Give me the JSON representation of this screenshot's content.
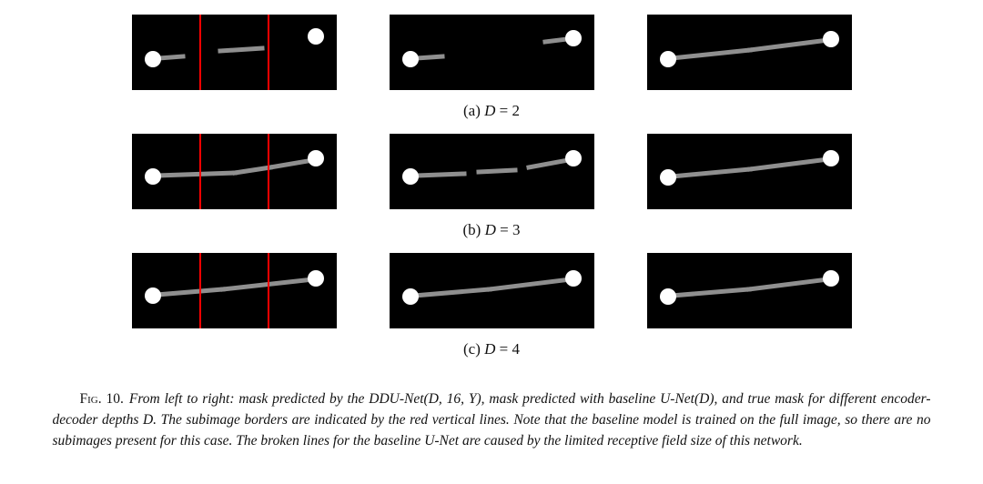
{
  "figure": {
    "colors": {
      "panel_bg": "#000000",
      "blob": "#ffffff",
      "mask_line": "#8f8f8f",
      "subimage_border": "#ff0000"
    },
    "rows": [
      {
        "label": "(a) ",
        "var": "D",
        "eq": " = 2",
        "panels": [
          {
            "red_lines": [
              75,
              150
            ],
            "blobs": [
              [
                23,
                49
              ],
              [
                202,
                24
              ]
            ],
            "segments": [
              [
                30,
                48,
                56,
                46
              ],
              [
                97,
                40,
                143,
                37
              ]
            ]
          },
          {
            "blobs": [
              [
                23,
                49
              ],
              [
                202,
                26
              ]
            ],
            "segments": [
              [
                30,
                48,
                58,
                46
              ],
              [
                171,
                30,
                195,
                27
              ]
            ]
          },
          {
            "blobs": [
              [
                23,
                49
              ],
              [
                202,
                27
              ]
            ],
            "segments": [
              [
                27,
                48,
                113,
                39
              ],
              [
                113,
                39,
                199,
                28
              ]
            ]
          }
        ]
      },
      {
        "label": "(b) ",
        "var": "D",
        "eq": " = 3",
        "panels": [
          {
            "red_lines": [
              75,
              150
            ],
            "blobs": [
              [
                23,
                47
              ],
              [
                202,
                27
              ]
            ],
            "segments": [
              [
                27,
                46,
                113,
                43
              ],
              [
                113,
                43,
                152,
                37
              ],
              [
                152,
                37,
                199,
                29
              ]
            ]
          },
          {
            "blobs": [
              [
                23,
                47
              ],
              [
                202,
                27
              ]
            ],
            "segments": [
              [
                30,
                46,
                82,
                44
              ],
              [
                98,
                42,
                138,
                40
              ],
              [
                153,
                37,
                196,
                29
              ]
            ]
          },
          {
            "blobs": [
              [
                23,
                48
              ],
              [
                202,
                27
              ]
            ],
            "segments": [
              [
                27,
                47,
                113,
                39
              ],
              [
                113,
                39,
                199,
                28
              ]
            ]
          }
        ]
      },
      {
        "label": "(c) ",
        "var": "D",
        "eq": " = 4",
        "panels": [
          {
            "red_lines": [
              75,
              150
            ],
            "blobs": [
              [
                23,
                47
              ],
              [
                202,
                28
              ]
            ],
            "segments": [
              [
                27,
                46,
                100,
                40
              ],
              [
                100,
                40,
                199,
                29
              ]
            ]
          },
          {
            "blobs": [
              [
                23,
                48
              ],
              [
                202,
                28
              ]
            ],
            "segments": [
              [
                27,
                47,
                110,
                40
              ],
              [
                110,
                40,
                199,
                29
              ]
            ]
          },
          {
            "blobs": [
              [
                23,
                48
              ],
              [
                202,
                28
              ]
            ],
            "segments": [
              [
                27,
                47,
                112,
                40
              ],
              [
                112,
                40,
                199,
                29
              ]
            ]
          }
        ]
      }
    ],
    "caption": {
      "label": "Fig. 10.",
      "text": "From left to right: mask predicted by the DDU-Net(D, 16, Y), mask predicted with baseline U-Net(D), and true mask for different encoder-decoder depths D. The subimage borders are indicated by the red vertical lines. Note that the baseline model is trained on the full image, so there are no subimages present for this case. The broken lines for the baseline U-Net are caused by the limited receptive field size of this network."
    }
  }
}
